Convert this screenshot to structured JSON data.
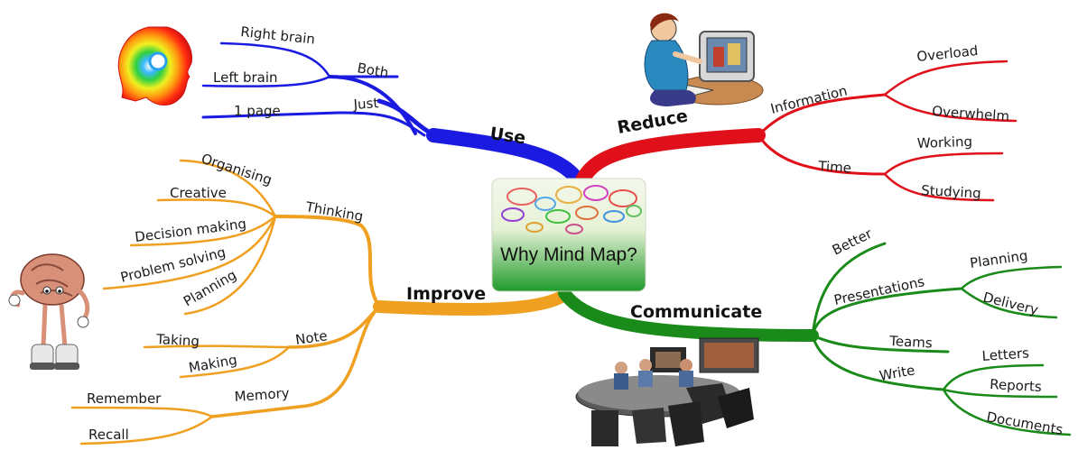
{
  "center": {
    "title": "Why Mind Map?"
  },
  "colors": {
    "use": "#1a1ae0",
    "reduce": "#e0101a",
    "improve": "#f0a020",
    "communicate": "#1a8a1a"
  },
  "icons": [
    "head-rainbow-icon",
    "woman-at-computer-icon",
    "brain-character-icon",
    "meeting-room-icon",
    "speech-bubbles-icon"
  ],
  "branches": {
    "use": {
      "label": "Use",
      "sub": {
        "both": {
          "label": "Both",
          "leaves": [
            "Right brain",
            "Left brain"
          ]
        },
        "just": {
          "label": "Just",
          "leaves": [
            "1 page"
          ]
        }
      }
    },
    "reduce": {
      "label": "Reduce",
      "sub": {
        "information": {
          "label": "Information",
          "leaves": [
            "Overload",
            "Overwhelm"
          ]
        },
        "time": {
          "label": "Time",
          "leaves": [
            "Working",
            "Studying"
          ]
        }
      }
    },
    "improve": {
      "label": "Improve",
      "sub": {
        "thinking": {
          "label": "Thinking",
          "leaves": [
            "Organising",
            "Creative",
            "Decision making",
            "Problem solving",
            "Planning"
          ]
        },
        "note": {
          "label": "Note",
          "leaves": [
            "Taking",
            "Making"
          ]
        },
        "memory": {
          "label": "Memory",
          "leaves": [
            "Remember",
            "Recall"
          ]
        }
      }
    },
    "communicate": {
      "label": "Communicate",
      "sub": {
        "better": {
          "label": "Better",
          "leaves": []
        },
        "presentations": {
          "label": "Presentations",
          "leaves": [
            "Planning",
            "Delivery"
          ]
        },
        "teams": {
          "label": "Teams",
          "leaves": []
        },
        "write": {
          "label": "Write",
          "leaves": [
            "Letters",
            "Reports",
            "Documents"
          ]
        }
      }
    }
  }
}
